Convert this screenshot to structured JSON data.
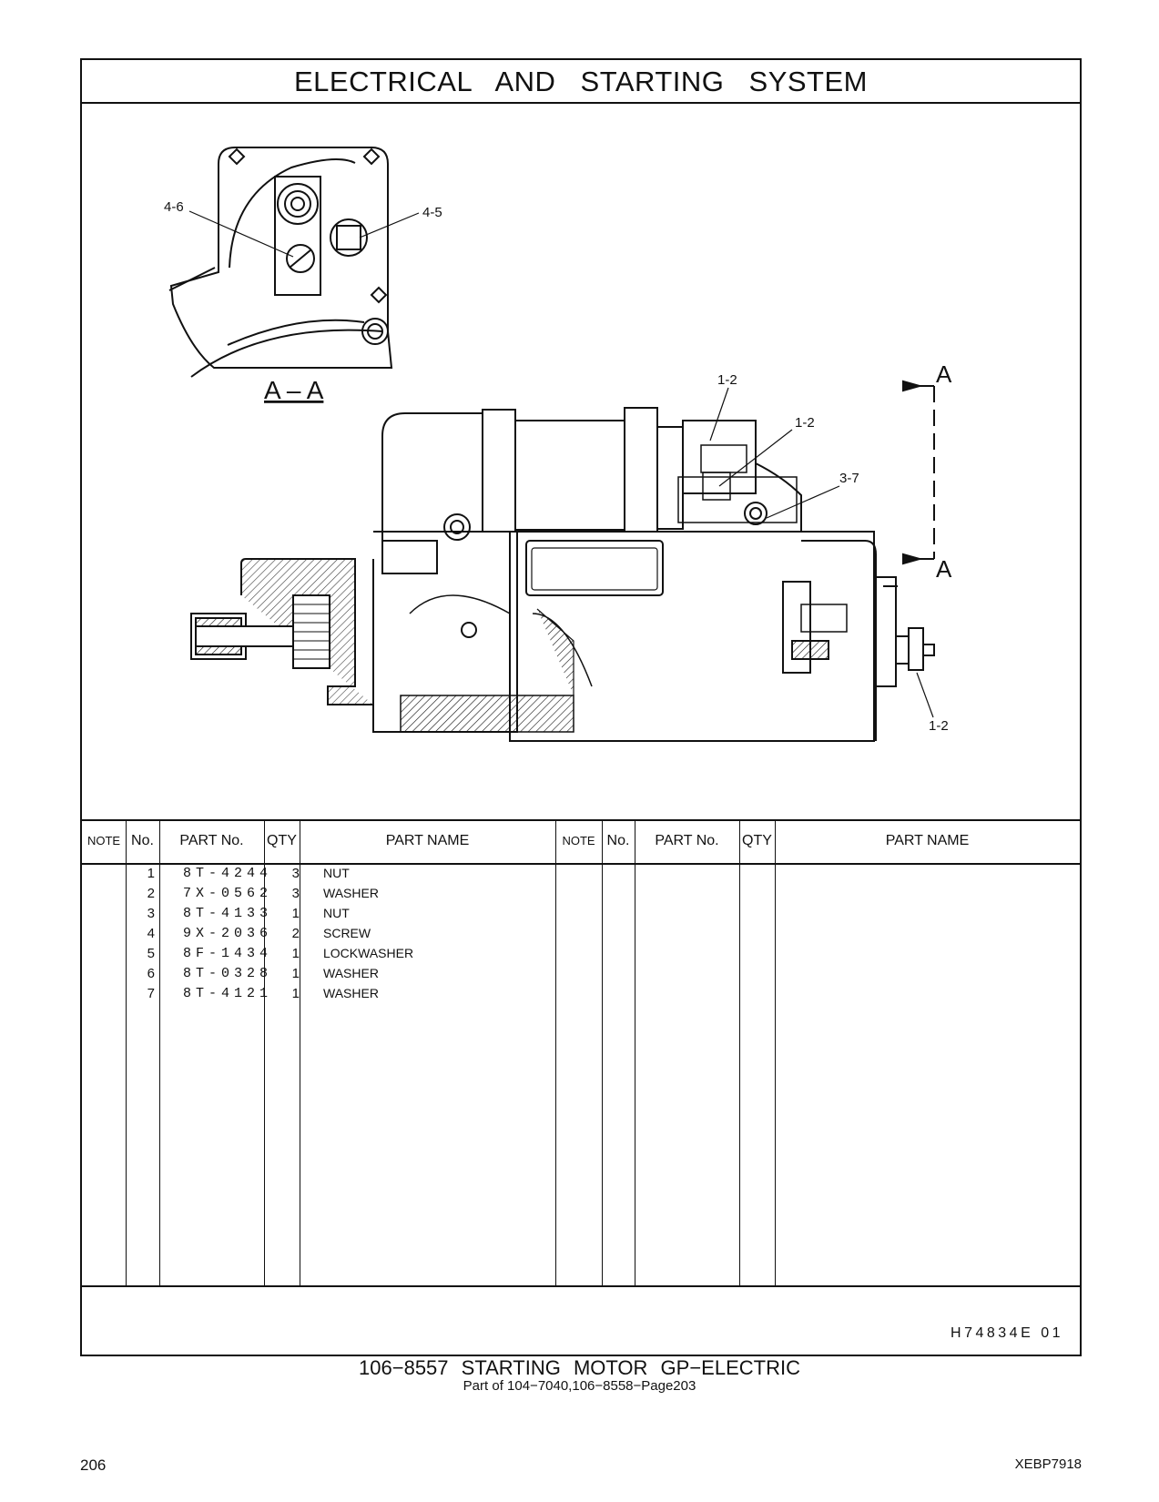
{
  "section_title": "ELECTRICAL AND STARTING SYSTEM",
  "diagram": {
    "callouts": [
      "4-6",
      "4-5",
      "1-2",
      "1-2",
      "3-7",
      "1-2"
    ],
    "section_label": "A – A",
    "arrow_labels": [
      "A",
      "A"
    ]
  },
  "table": {
    "headers": {
      "note": "NOTE",
      "no": "No.",
      "part_no": "PART No.",
      "qty": "QTY",
      "part_name": "PART NAME"
    },
    "rows": [
      {
        "no": "1",
        "part_no": "8T-4244",
        "qty": "3",
        "name": "NUT"
      },
      {
        "no": "2",
        "part_no": "7X-0562",
        "qty": "3",
        "name": "WASHER"
      },
      {
        "no": "3",
        "part_no": "8T-4133",
        "qty": "1",
        "name": "NUT"
      },
      {
        "no": "4",
        "part_no": "9X-2036",
        "qty": "2",
        "name": "SCREW"
      },
      {
        "no": "5",
        "part_no": "8F-1434",
        "qty": "1",
        "name": "LOCKWASHER"
      },
      {
        "no": "6",
        "part_no": "8T-0328",
        "qty": "1",
        "name": "WASHER"
      },
      {
        "no": "7",
        "part_no": "8T-4121",
        "qty": "1",
        "name": "WASHER"
      }
    ]
  },
  "illustration_code": "H74834E   01",
  "caption": "106−8557  STARTING  MOTOR  GP−ELECTRIC",
  "caption_sub": "Part of 104−7040,106−8558−Page203",
  "page_number": "206",
  "document_id": "XEBP7918"
}
